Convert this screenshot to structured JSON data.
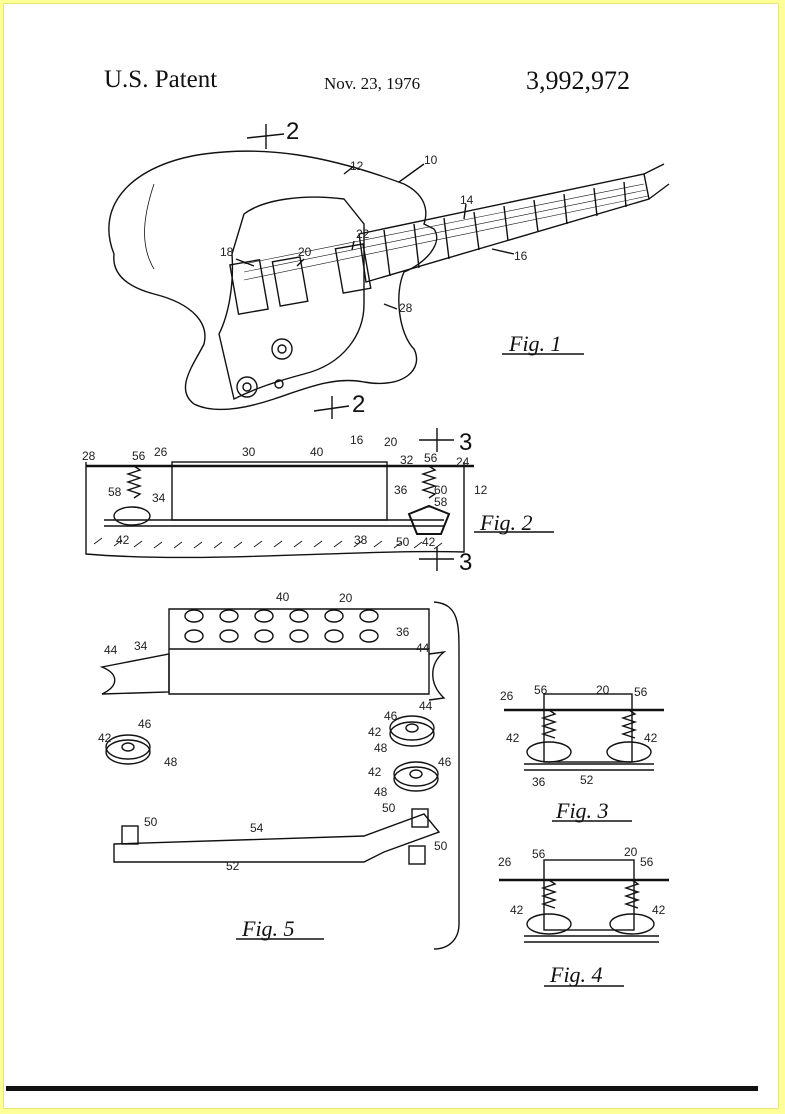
{
  "header": {
    "left": "U.S. Patent",
    "date": "Nov. 23, 1976",
    "number": "3,992,972"
  },
  "figures": {
    "fig1": "Fig. 1",
    "fig2": "Fig. 2",
    "fig3": "Fig. 3",
    "fig4": "Fig. 4",
    "fig5": "Fig. 5"
  },
  "section_marks": {
    "two": "2",
    "three": "3"
  },
  "refs": {
    "r10": "10",
    "r12": "12",
    "r14": "14",
    "r16": "16",
    "r18": "18",
    "r20": "20",
    "r22": "22",
    "r24": "24",
    "r26": "26",
    "r28": "28",
    "r30": "30",
    "r32": "32",
    "r34": "34",
    "r36": "36",
    "r38": "38",
    "r40": "40",
    "r42": "42",
    "r44": "44",
    "r46": "46",
    "r48": "48",
    "r50": "50",
    "r52": "52",
    "r54": "54",
    "r56": "56",
    "r58": "58",
    "r60": "60"
  }
}
